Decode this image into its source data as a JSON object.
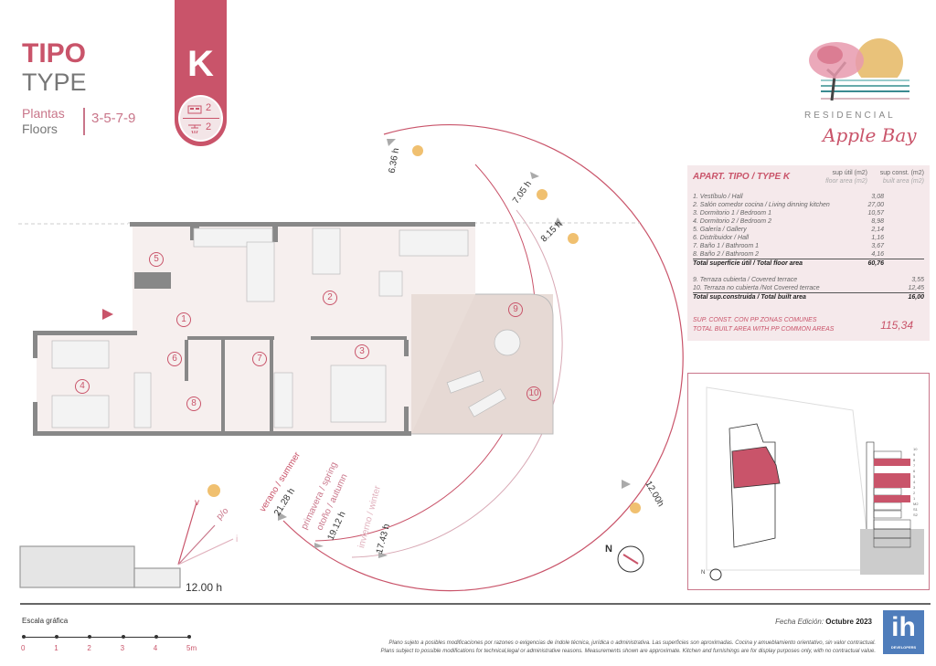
{
  "header": {
    "tipo": "TIPO",
    "type": "TYPE",
    "plantas": "Plantas",
    "floors": "Floors",
    "floor_numbers": "3-5-7-9",
    "letter": "K",
    "bedrooms": "2",
    "bathrooms": "2"
  },
  "logo": {
    "line1": "RESIDENCIAL",
    "line2": "Apple Bay"
  },
  "table": {
    "title": "APART. TIPO / TYPE K",
    "col_useful": "sup útil (m2)",
    "col_useful_en": "floor area (m2)",
    "col_built": "sup const. (m2)",
    "col_built_en": "built area (m2)",
    "rooms": [
      {
        "label": "1. Vestíbulo / Hall",
        "value": "3,08"
      },
      {
        "label": "2. Salón comedor cocina / Living dinning kitchen",
        "value": "27,00"
      },
      {
        "label": "3. Dormitorio 1 / Bedroom 1",
        "value": "10,57"
      },
      {
        "label": "4. Dormitorio 2 / Bedroom 2",
        "value": "8,98"
      },
      {
        "label": "5. Galería / Gallery",
        "value": "2,14"
      },
      {
        "label": "6. Distribuidor / Hall",
        "value": "1,16"
      },
      {
        "label": "7. Baño 1 / Bathroom 1",
        "value": "3,67"
      },
      {
        "label": "8. Baño 2 / Bathroom 2",
        "value": "4,16"
      }
    ],
    "total_floor_label": "Total superficie útil / Total floor area",
    "total_floor": "60,76",
    "terraces": [
      {
        "label": "9. Terraza cubierta / Covered terrace",
        "value": "3,55"
      },
      {
        "label": "10. Terraza no cubierta /Not Covered terrace",
        "value": "12,45"
      }
    ],
    "total_built_label": "Total sup.construida / Total built area",
    "total_built": "16,00",
    "common_es": "SUP. CONST. CON PP ZONAS COMUNES",
    "common_en": "TOTAL BUILT AREA WITH PP COMMON AREAS",
    "common_value": "115,34"
  },
  "plan": {
    "rooms": [
      "1",
      "2",
      "3",
      "4",
      "5",
      "6",
      "7",
      "8",
      "9",
      "10"
    ]
  },
  "sun": {
    "t1": "6.36 h",
    "t2": "7.05 h",
    "t3": "8.15 h",
    "t4": "12.00h",
    "summer": "verano / summer",
    "summer_h": "21.28 h",
    "spring": "primavera / spring",
    "autumn": "otoño / autumn",
    "spring_h": "19.12 h",
    "winter": "invierno / winter",
    "winter_h": "17.43 h",
    "v": "v",
    "po": "p/o",
    "i": "i",
    "noon": "12.00 h",
    "north": "N"
  },
  "minimap": {
    "levels": [
      "10",
      "9",
      "8",
      "7",
      "6",
      "5",
      "4",
      "3",
      "2",
      "1",
      "M2",
      "S1",
      "S2"
    ],
    "north": "N"
  },
  "footer": {
    "scale_title": "Escala gráfica",
    "ticks": [
      "0",
      "1",
      "2",
      "3",
      "4",
      "5m"
    ],
    "date_label": "Fecha Edición:",
    "date": "Octubre 2023",
    "disclaimer_es": "Plano sujeto a posibles modificaciones por razones o exigencias de índole técnica, jurídica o administrativa. Las superficies son aproximadas. Cocina y amueblamiento orientativo, sin valor contractual.",
    "disclaimer_en": "Plans subject to possible modifications for technical,legal or administrative reasons. Measurements shown are approximate. Kitchen and furnishings are for display purposes only, with no contractual value.",
    "brand": "ih",
    "brand_sub": "DEVELOPERS"
  },
  "colors": {
    "accent": "#c9546a",
    "sun": "#f0c070",
    "brand": "#4f7dbb"
  }
}
